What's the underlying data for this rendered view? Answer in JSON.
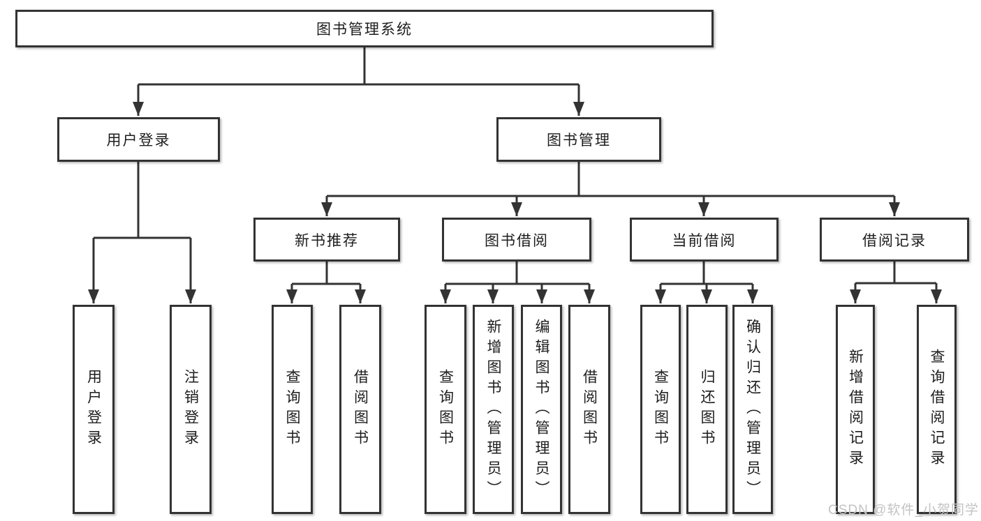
{
  "colors": {
    "line": "#333333",
    "text": "#1d1d1d",
    "box_background": "#ffffff",
    "page_background": "#ffffff",
    "watermark": "#c3c3c3"
  },
  "watermark": {
    "text": "CSDN @软件_小贺同学"
  },
  "tree": {
    "root": {
      "label": "图书管理系统"
    },
    "level2": [
      {
        "label": "用户登录",
        "parent": "图书管理系统"
      },
      {
        "label": "图书管理",
        "parent": "图书管理系统"
      }
    ],
    "level3": [
      {
        "label": "新书推荐",
        "parent": "图书管理"
      },
      {
        "label": "图书借阅",
        "parent": "图书管理"
      },
      {
        "label": "当前借阅",
        "parent": "图书管理"
      },
      {
        "label": "借阅记录",
        "parent": "图书管理"
      }
    ],
    "leaves": [
      {
        "label": "用户登录",
        "parent": "用户登录"
      },
      {
        "label": "注销登录",
        "parent": "用户登录"
      },
      {
        "label": "查询图书",
        "parent": "新书推荐"
      },
      {
        "label": "借阅图书",
        "parent": "新书推荐"
      },
      {
        "label": "查询图书",
        "parent": "图书借阅"
      },
      {
        "label": "新增图书（管理员）",
        "parent": "图书借阅"
      },
      {
        "label": "编辑图书（管理员）",
        "parent": "图书借阅"
      },
      {
        "label": "借阅图书",
        "parent": "图书借阅"
      },
      {
        "label": "查询图书",
        "parent": "当前借阅"
      },
      {
        "label": "归还图书",
        "parent": "当前借阅"
      },
      {
        "label": "确认归还（管理员）",
        "parent": "当前借阅"
      },
      {
        "label": "新增借阅记录",
        "parent": "借阅记录"
      },
      {
        "label": "查询借阅记录",
        "parent": "借阅记录"
      }
    ]
  }
}
